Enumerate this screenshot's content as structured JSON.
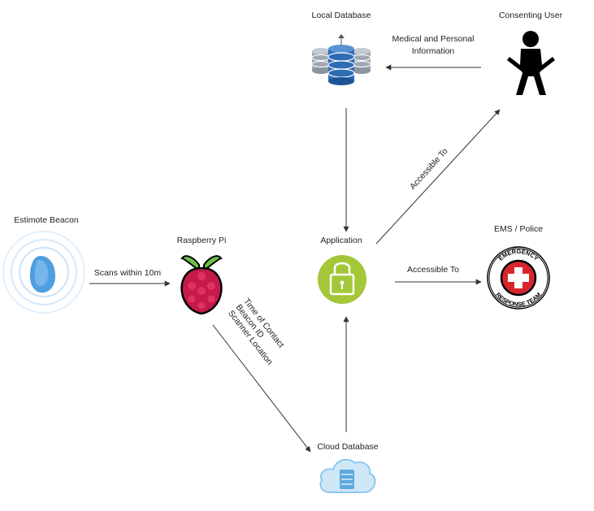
{
  "nodes": {
    "local_database": "Local Database",
    "consenting_user": "Consenting User",
    "estimote_beacon": "Estimote Beacon",
    "raspberry_pi": "Raspberry Pi",
    "application": "Application",
    "ems_police": "EMS / Police",
    "cloud_database": "Cloud Database"
  },
  "edges": {
    "user_to_localdb_line1": "Medical and Personal",
    "user_to_localdb_line2": "Information",
    "beacon_to_pi": "Scans within 10m",
    "pi_to_cloud_line1": "Time of Contact",
    "pi_to_cloud_line2": "Beacon ID",
    "pi_to_cloud_line3": "Scanner Location",
    "app_to_user": "Accessible To",
    "app_to_ems": "Accessible To"
  },
  "badge": {
    "top": "EMERGENCY",
    "bottom": "RESPONSE TEAM"
  },
  "colors": {
    "app_circle": "#a4c639",
    "db_blue": "#2e6db4",
    "db_gray": "#9ea8b4",
    "pi_red": "#c51a4a",
    "pi_green": "#6cc04a",
    "beacon_blue": "#4f9fe0",
    "cloud_blue": "#8dc8ee",
    "ems_red": "#d7262e"
  }
}
